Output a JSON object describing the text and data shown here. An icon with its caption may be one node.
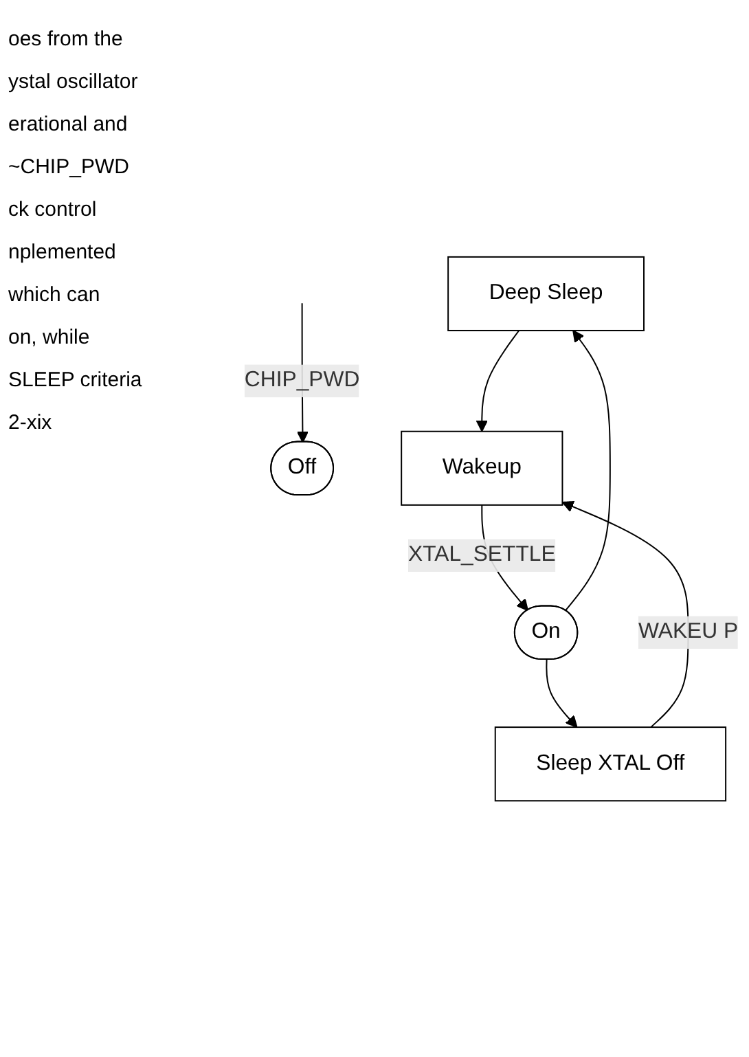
{
  "diagram": {
    "nodes": [
      {
        "text": [
          "Off"
        ]
      },
      {
        "text": [
          "Deep Sleep"
        ]
      },
      {
        "text": [
          "Sleep XTAL Off"
        ]
      },
      {
        "text": [
          "Wakeup"
        ]
      },
      {
        "text": [
          "On"
        ]
      }
    ],
    "edges": [
      {
        "from": null,
        "to": 0,
        "arrow": "to",
        "label": "CHIP_PWD"
      },
      {
        "from": 4,
        "to": 1,
        "arrow": "to"
      },
      {
        "from": 4,
        "to": 2,
        "arrow": "to"
      },
      {
        "from": 1,
        "to": 3,
        "arrow": "to"
      },
      {
        "from": 2,
        "to": 3,
        "arrow": "to",
        "label": "WAKEU P"
      },
      {
        "from": 3,
        "to": 4,
        "arrow": "to",
        "label": "XTAL_SETTLE"
      }
    ],
    "labels": [
      "oes from the",
      "ystal oscillator",
      "erational and",
      "~CHIP_PWD",
      "ck control",
      "nplemented",
      "which can",
      "on, while",
      "SLEEP criteria",
      "2-xix"
    ]
  }
}
